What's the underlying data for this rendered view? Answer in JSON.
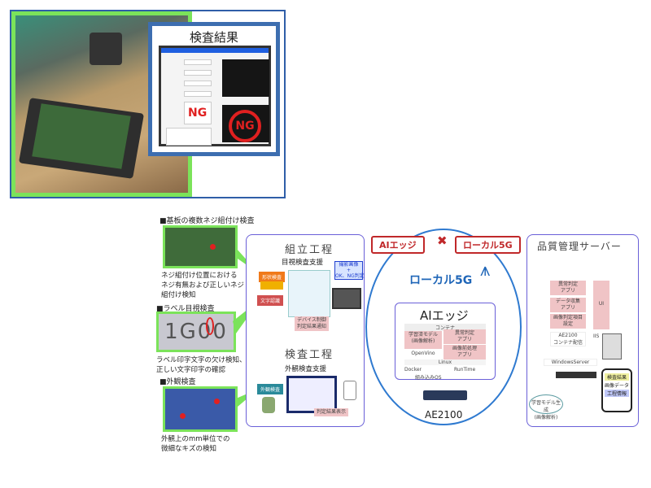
{
  "photo": {
    "screen_title": "検査結果",
    "ng_label": "NG",
    "ng_stamp": "NG"
  },
  "inspections": [
    {
      "title": "■基板の複数ネジ組付け検査",
      "caption": [
        "ネジ組付け位置における",
        "ネジ有無および正しいネジ",
        "組付け検知"
      ]
    },
    {
      "title": "■ラベル目視検査",
      "caption": [
        "ラベル印字文字の欠け検知、",
        "正しい文字印字の確認"
      ],
      "sample_text": "1G00"
    },
    {
      "title": "■外観検査",
      "caption": [
        "外観上のmm単位での",
        "微細なキズの検知"
      ]
    }
  ],
  "assembly": {
    "title": "組立工程",
    "support": "目視検査支援",
    "tag_shape": "形状検査",
    "tag_text": "文字認識",
    "capture": [
      "撮影画像",
      "+",
      "OK、NG判定"
    ],
    "device": [
      "デバイス制御",
      "判定結果通知"
    ]
  },
  "inspection_process": {
    "title": "検査工程",
    "support": "外観検査支援",
    "tag": "外観検査",
    "result": "判定結果表示"
  },
  "header": {
    "ai_edge": "AIエッジ",
    "cross": "✖",
    "local5g": "ローカル5G"
  },
  "edge": {
    "network": "ローカル5G",
    "title": "AIエッジ",
    "container": "コンテナ",
    "model": [
      "学習済モデル",
      "(画像解析)"
    ],
    "app1": [
      "異常判定",
      "アプリ"
    ],
    "app2": [
      "画像前処理",
      "アプリ"
    ],
    "openvino": "OpenVino",
    "linux": "Linux",
    "docker": "Docker",
    "runtime": "RunTime",
    "os": "組み込みOS",
    "device": "AE2100"
  },
  "server": {
    "title": "品質管理サーバー",
    "app1": [
      "異常判定",
      "アプリ"
    ],
    "app2": [
      "データ収集",
      "アプリ"
    ],
    "app3": [
      "画像判定項目",
      "設定"
    ],
    "ui": "UI",
    "deploy": [
      "AE2100",
      "コンテナ配信"
    ],
    "iis": "IIS",
    "os": "WindowsServer",
    "db": [
      "検査結果",
      "画像データ",
      "工程情報"
    ],
    "model_gen": [
      "学習モデル生成",
      "(画像解析)"
    ]
  }
}
